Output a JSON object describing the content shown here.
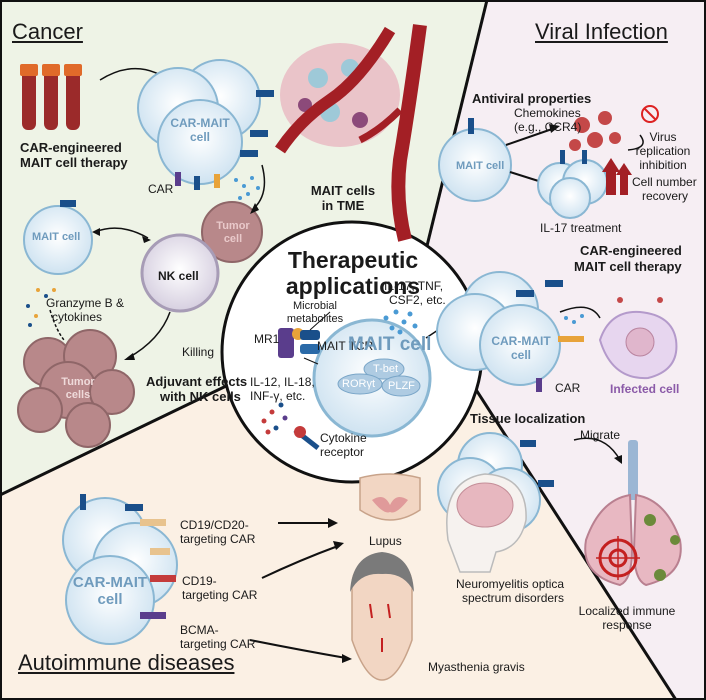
{
  "center": {
    "title_line1": "Therapeutic",
    "title_line2": "applications",
    "mait_cell": "MAIT cell",
    "tbet": "T-bet",
    "roryt": "RORγt",
    "plzf": "PLZF",
    "microbial_line1": "Microbial",
    "microbial_line2": "metabolites",
    "mr1": "MR1",
    "mait_tcr": "MAIT TCR",
    "cytokines_out_line1": "IL-17, TNF,",
    "cytokines_out_line2": "CSF2, etc.",
    "cytokines_in_line1": "IL-12, IL-18,",
    "cytokines_in_line2": "INF-γ, etc.",
    "receptor_line1": "Cytokine",
    "receptor_line2": "receptor"
  },
  "cancer": {
    "title": "Cancer",
    "car_therapy_line1": "CAR-engineered",
    "car_therapy_line2": "MAIT cell therapy",
    "car_mait_line1": "CAR-MAIT",
    "car_mait_line2": "cell",
    "car": "CAR",
    "tumor_cell_line1": "Tumor",
    "tumor_cell_line2": "cell",
    "tme_line1": "MAIT cells",
    "tme_line2": "in TME",
    "mait_cell": "MAIT cell",
    "nk_cell": "NK cell",
    "granzyme_line1": "Granzyme B &",
    "granzyme_line2": "cytokines",
    "killing": "Killing",
    "tumor_cells_line1": "Tumor",
    "tumor_cells_line2": "cells",
    "adjuvant_line1": "Adjuvant effects",
    "adjuvant_line2": "with NK cells"
  },
  "viral": {
    "title": "Viral Infection",
    "antiviral": "Antiviral properties",
    "chemokines_line1": "Chemokines",
    "chemokines_line2": "(e.g., CCR4)",
    "virus_line1": "Virus",
    "virus_line2": "replication",
    "virus_line3": "inhibition",
    "mait_cell": "MAIT cell",
    "recovery_line1": "Cell number",
    "recovery_line2": "recovery",
    "il17": "IL-17 treatment",
    "car_therapy_line1": "CAR-engineered",
    "car_therapy_line2": "MAIT cell therapy",
    "car_mait_line1": "CAR-MAIT",
    "car_mait_line2": "cell",
    "car": "CAR",
    "infected": "Infected cell",
    "tissue": "Tissue localization",
    "migrate": "Migrate",
    "localized_line1": "Localized immune",
    "localized_line2": "response"
  },
  "autoimmune": {
    "title": "Autoimmune diseases",
    "car_mait_line1": "CAR-MAIT",
    "car_mait_line2": "cell",
    "cd19cd20_line1": "CD19/CD20-",
    "cd19cd20_line2": "targeting CAR",
    "cd19_line1": "CD19-",
    "cd19_line2": "targeting CAR",
    "bcma_line1": "BCMA-",
    "bcma_line2": "targeting CAR",
    "lupus": "Lupus",
    "nmo_line1": "Neuromyelitis optica",
    "nmo_line2": "spectrum disorders",
    "mg": "Myasthenia gravis"
  },
  "colors": {
    "cancer_bg": "#eef3e6",
    "viral_bg": "#f6eef3",
    "autoimmune_bg": "#fbf0e4",
    "cell_fill": "#d6e8f3",
    "cell_stroke": "#8ab7d3",
    "cell_text": "#6f9bbd",
    "tumor": "#b8888a",
    "nk": "#d8d0df",
    "virus": "#c44848",
    "receptor_blue": "#1a4f8a",
    "car_purple": "#5a3d8c"
  }
}
